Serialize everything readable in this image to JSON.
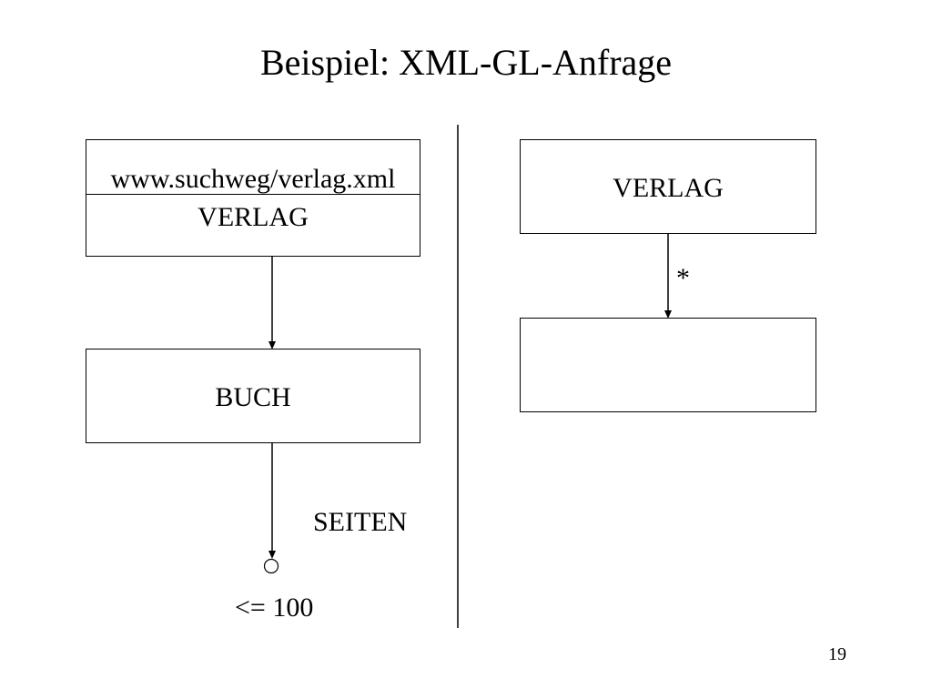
{
  "title": "Beispiel: XML-GL-Anfrage",
  "left": {
    "source_box": {
      "url": "www.suchweg/verlag.xml",
      "label": "VERLAG"
    },
    "buch_box": {
      "label": "BUCH"
    },
    "attribute_label": "SEITEN",
    "condition": "<= 100"
  },
  "right": {
    "verlag_box": {
      "label": "VERLAG"
    },
    "edge_label": "*"
  },
  "page_number": "19"
}
